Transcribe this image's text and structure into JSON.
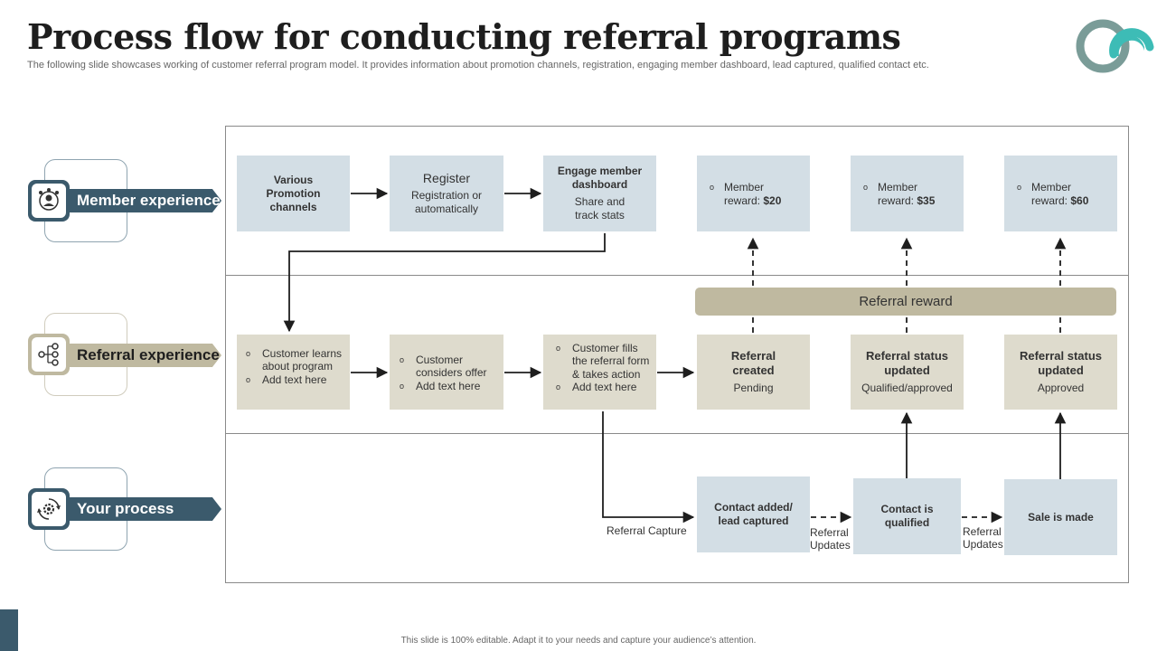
{
  "header": {
    "title": "Process flow for conducting referral programs",
    "subtitle": "The following slide showcases working of customer referral program model. It provides information about promotion channels, registration, engaging member dashboard, lead captured, qualified contact etc."
  },
  "footer": "This slide is 100% editable.  Adapt it to your needs and capture your audience’s attention.",
  "lanes": {
    "member": {
      "label": "Member experience",
      "icon": "people-network-icon"
    },
    "referral": {
      "label": "Referral experience",
      "icon": "org-chart-icon"
    },
    "process": {
      "label": "Your process",
      "icon": "gear-cycle-icon"
    }
  },
  "member_row": {
    "promotion": "Various Promotion channels",
    "register_title": "Register",
    "register_body": "Registration or automatically",
    "engage_title": "Engage member dashboard",
    "engage_body": "Share and track stats",
    "reward1_label": "Member reward: ",
    "reward1_value": "$20",
    "reward2_label": "Member reward: ",
    "reward2_value": "$35",
    "reward3_label": "Member reward: ",
    "reward3_value": "$60"
  },
  "referral_reward": "Referral reward",
  "referral_row": {
    "learns_1": "Customer learns about program",
    "learns_2": "Add text here",
    "considers_1": "Customer considers offer",
    "considers_2": "Add text here",
    "fills_1": "Customer fills the referral form & takes action",
    "fills_2": "Add text here",
    "created_title": "Referral created",
    "created_status": "Pending",
    "updated1_title": "Referral status  updated",
    "updated1_status": "Qualified/approved",
    "updated2_title": "Referral status  updated",
    "updated2_status": "Approved"
  },
  "process_row": {
    "contact_added": "Contact added/ lead captured",
    "qualified": "Contact is qualified",
    "sale": "Sale is made",
    "capture_label": "Referral Capture",
    "updates_label_1": "Referral Updates",
    "updates_label_2": "Referral Updates"
  },
  "colors": {
    "navy": "#3b5a6c",
    "tan": "#bfb9a0",
    "blue_box": "#d3dee5",
    "beige_box": "#dedbcd",
    "logo_teal": "#3dbcb6",
    "logo_grey": "#7a9c98"
  }
}
